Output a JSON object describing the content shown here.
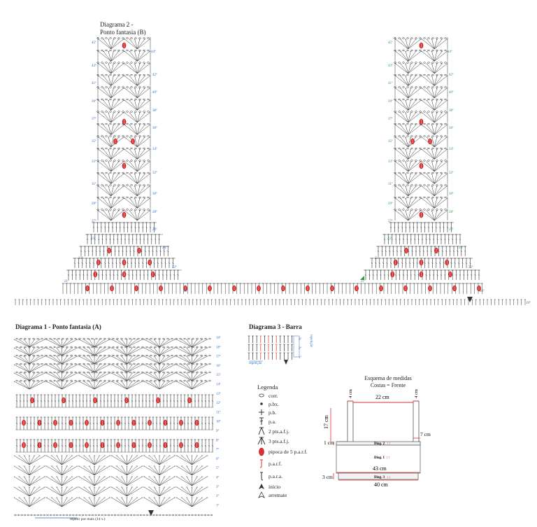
{
  "diagram2": {
    "title_line1": "Diagrama 2 -",
    "title_line2": "Ponto fantasia (B)",
    "left_rows": [
      "45ª",
      "43ª",
      "41ª",
      "39ª",
      "37ª",
      "35ª",
      "33ª",
      "31ª",
      "29ª",
      "27ª",
      "25ª",
      "23ª",
      "21ª"
    ],
    "right_rows": [
      "44ª",
      "42ª",
      "40ª",
      "38ª",
      "36ª",
      "34ª",
      "32ª",
      "30ª",
      "28ª",
      "26ª",
      "24ª",
      "22ª",
      "20ª"
    ],
    "base_row": "19ª"
  },
  "diagram1": {
    "title": "Diagrama 1 - Ponto fantasia (A)",
    "rows": [
      "19ª",
      "18ª",
      "17ª",
      "16ª",
      "15ª",
      "14ª",
      "13ª",
      "12ª",
      "11ª",
      "10ª",
      "9ª",
      "8ª",
      "7ª",
      "6ª",
      "5ª",
      "4ª",
      "3ª",
      "2ª",
      "1ª"
    ],
    "repeat_label": "repetir por mais (14 v.)"
  },
  "diagram3": {
    "title": "Diagrama 3 - Barra",
    "rows": [
      "3ª",
      "2ª",
      "1ª"
    ],
    "repeat_bottom": "repetição",
    "repeat_side": "repetição"
  },
  "legend": {
    "title": "Legenda",
    "items": [
      {
        "icon": "chain-icon",
        "label": "corr."
      },
      {
        "icon": "slip-stitch-icon",
        "label": "p.bx."
      },
      {
        "icon": "single-crochet-icon",
        "label": "p.b."
      },
      {
        "icon": "double-crochet-icon",
        "label": "p.a."
      },
      {
        "icon": "dc2tog-icon",
        "label": "2 pts.a.f.j."
      },
      {
        "icon": "dc3tog-icon",
        "label": "3 pts.a.f.j."
      },
      {
        "icon": "popcorn-icon",
        "label": "pipoca de 5 p.a.r.f."
      },
      {
        "icon": "fpdc-icon",
        "label": "p.a.r.f."
      },
      {
        "icon": "bpdc-icon",
        "label": "p.a.r.a."
      },
      {
        "icon": "start-icon",
        "label": "início"
      },
      {
        "icon": "finish-icon",
        "label": "arremate"
      }
    ]
  },
  "schema": {
    "title_line1": "Esquema de medidas",
    "title_line2": "Costas = Frente",
    "top_width": "22 cm",
    "strap_left": "4 cm",
    "strap_right": "4 cm",
    "height_straps": "17 cm",
    "side_right": "7 cm",
    "band_left": "1 cm",
    "diag2": "Diag. 2",
    "diag1": "Diag. 1",
    "diag3": "Diag. 3",
    "width_middle": "43 cm",
    "bottom_left": "3 cm",
    "width_bottom": "40 cm"
  },
  "colors": {
    "red": "#e03030",
    "blue": "#2a6ec4",
    "green": "#2f9a3a",
    "ink": "#333333"
  }
}
